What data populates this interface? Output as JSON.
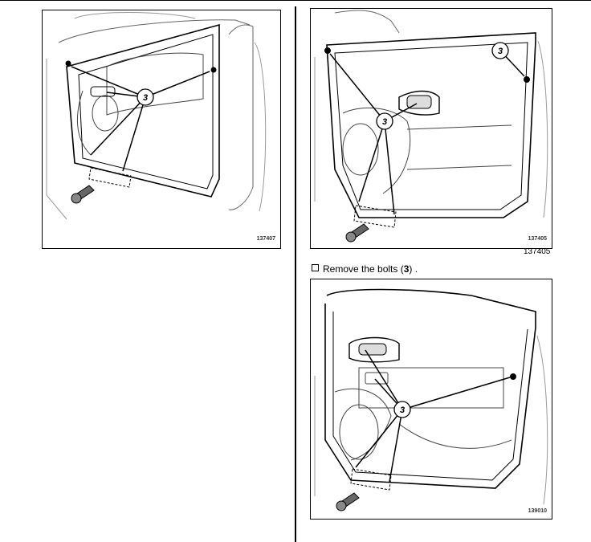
{
  "figures": [
    {
      "code": "137407",
      "callout": "3"
    },
    {
      "code": "137405",
      "callout": "3",
      "caption": "137405"
    },
    {
      "code": "139010",
      "callout": "3"
    }
  ],
  "instruction": {
    "prefix": "Remove the bolts (",
    "ref": "3",
    "suffix": ") ."
  }
}
